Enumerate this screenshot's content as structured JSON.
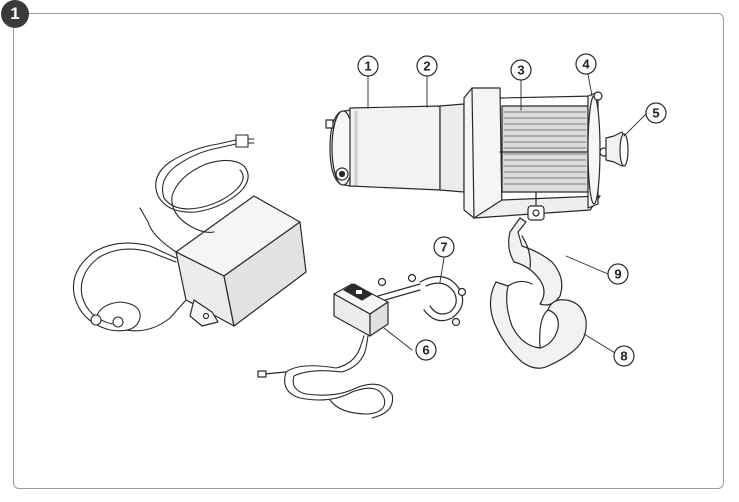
{
  "figure": {
    "number": "1"
  },
  "callouts": [
    {
      "id": "1",
      "label": "1"
    },
    {
      "id": "2",
      "label": "2"
    },
    {
      "id": "3",
      "label": "3"
    },
    {
      "id": "4",
      "label": "4"
    },
    {
      "id": "5",
      "label": "5"
    },
    {
      "id": "6",
      "label": "6"
    },
    {
      "id": "7",
      "label": "7"
    },
    {
      "id": "8",
      "label": "8"
    },
    {
      "id": "9",
      "label": "9"
    }
  ],
  "colors": {
    "stroke": "#2a2a2a",
    "frame": "#9a9a9a",
    "badge": "#3a3a3a",
    "part_fill": "#f2f2f2"
  }
}
